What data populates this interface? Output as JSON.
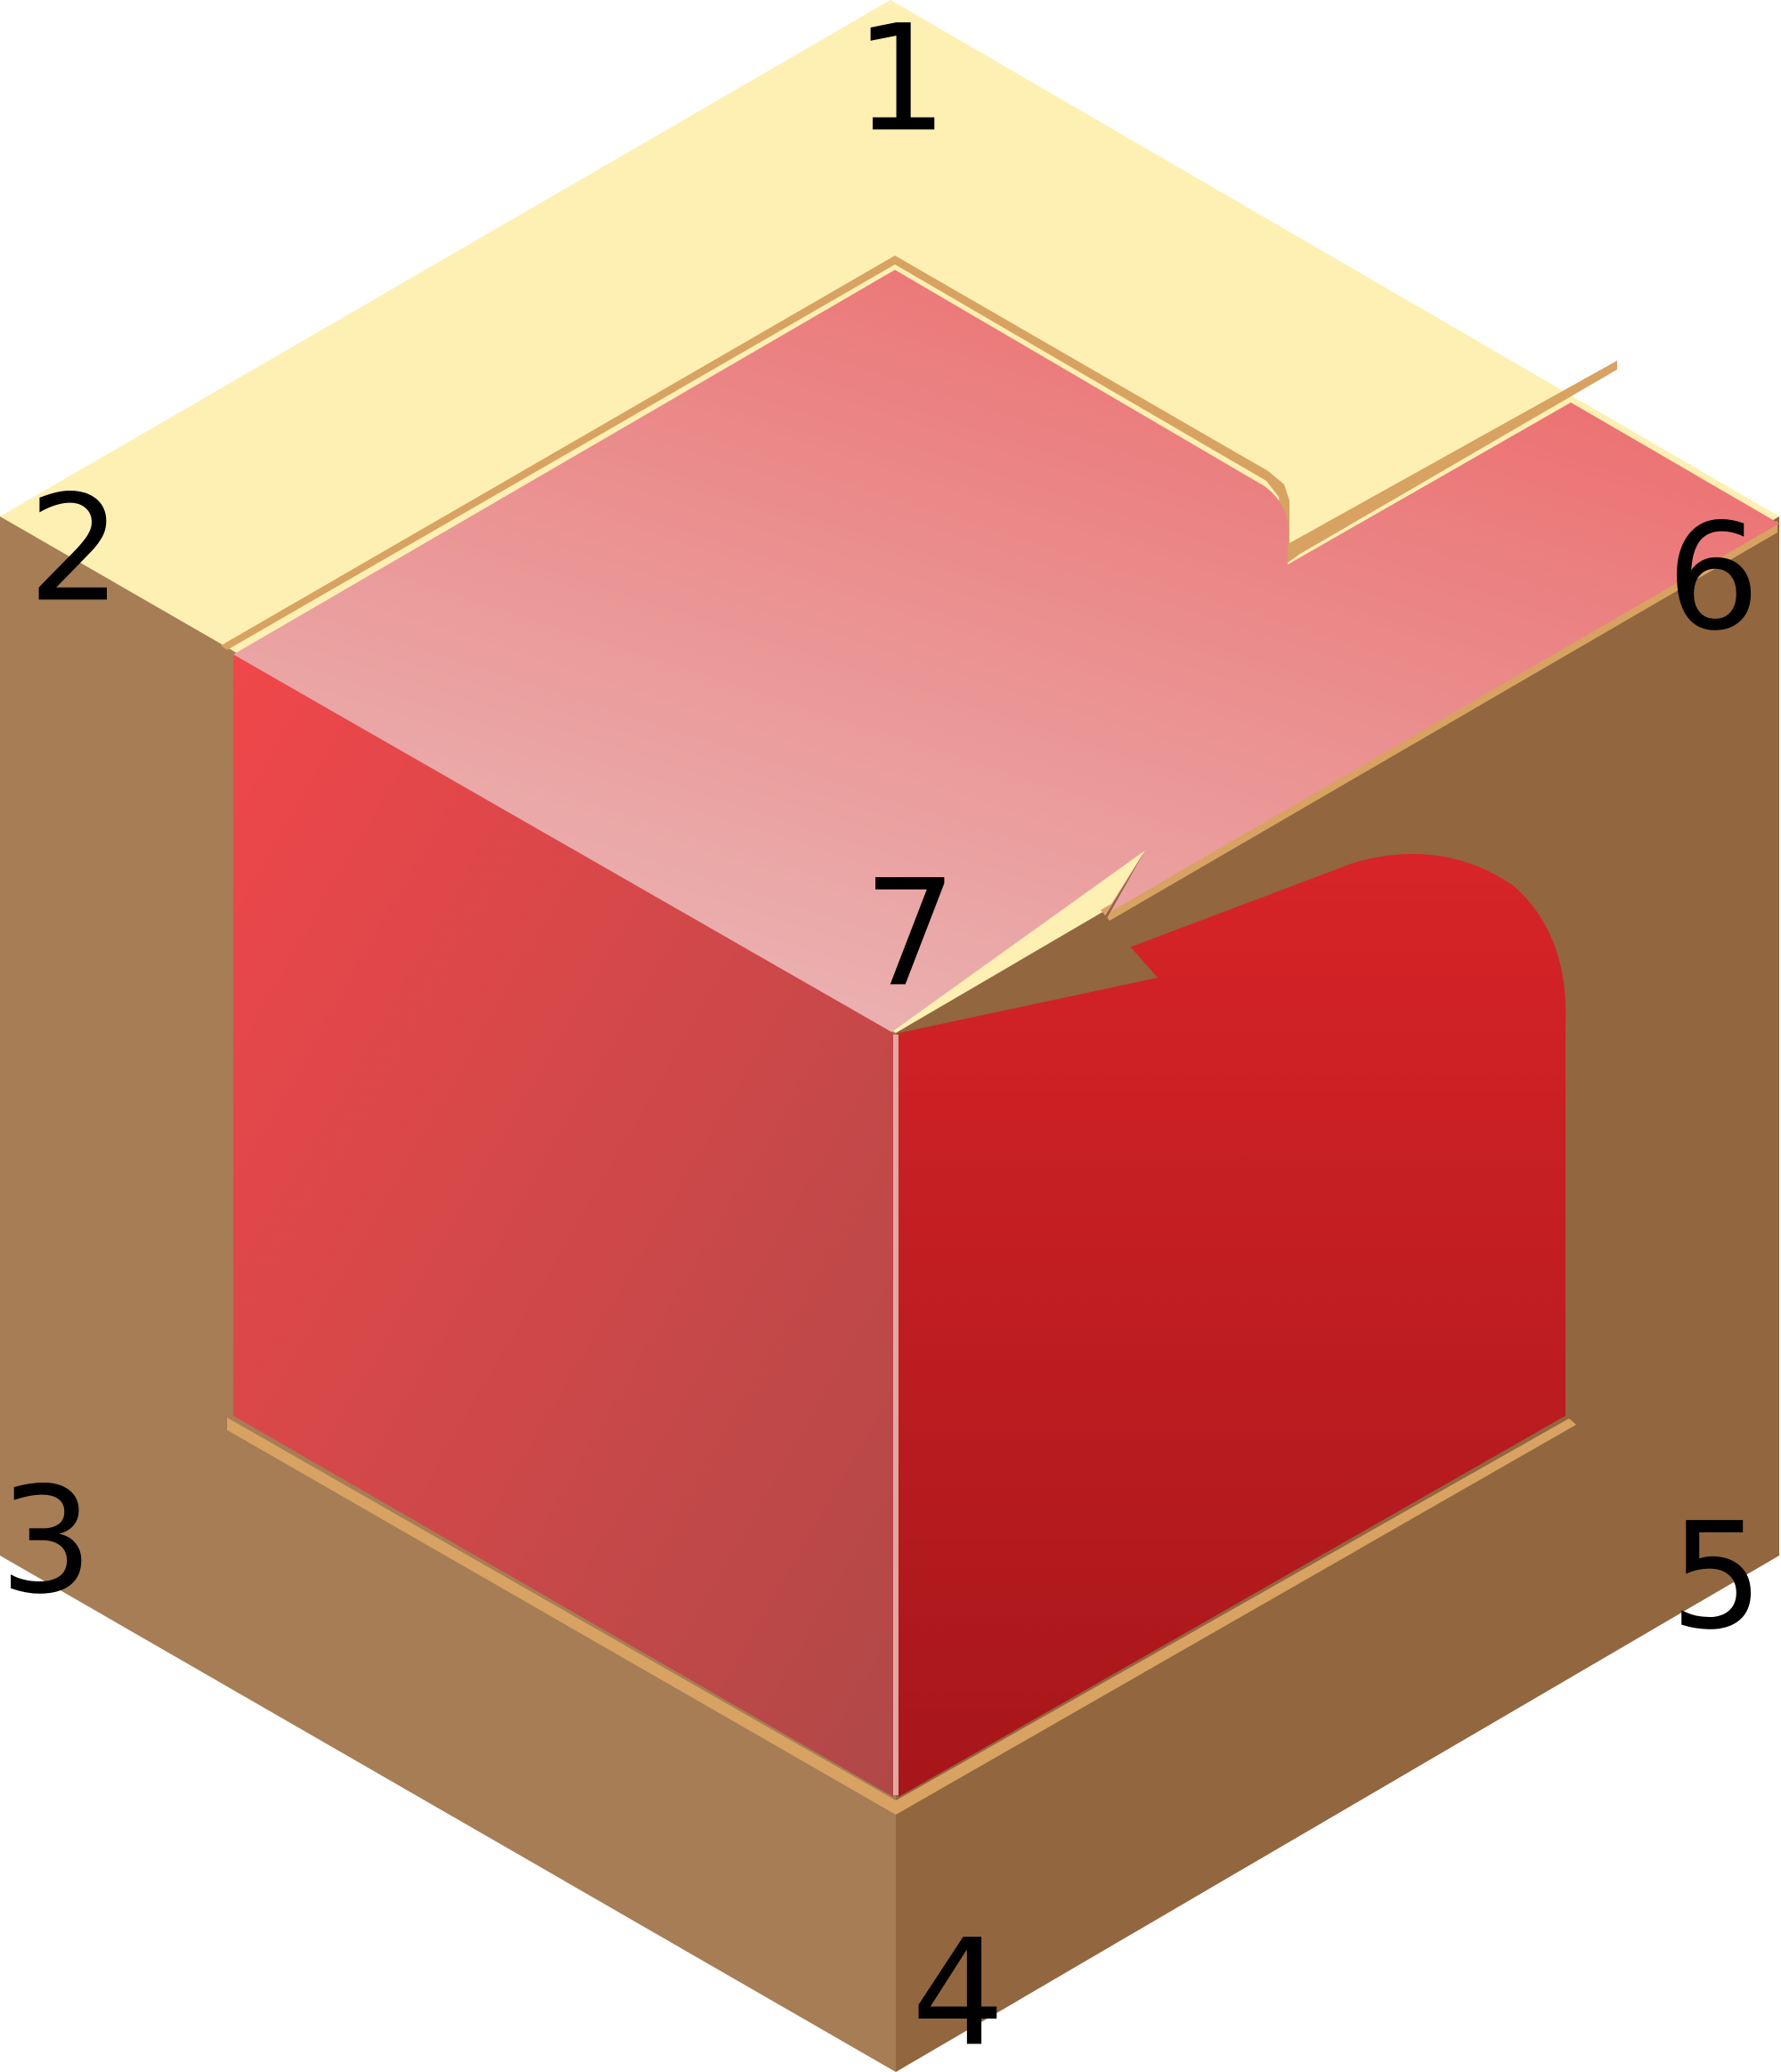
{
  "colors": {
    "top_face": "#fdf0b2",
    "left_face": "#a67d55",
    "right_face": "#92663f",
    "rim": "#d8a262",
    "inner_left_light": "#f0474a",
    "inner_left_dark": "#b04848",
    "inner_right_light": "#d72428",
    "inner_right_dark": "#a6161a",
    "inner_top_light": "#eab3b2",
    "inner_top_dark": "#ec6465"
  },
  "labels": {
    "v1": "1",
    "v2": "2",
    "v3": "3",
    "v4": "4",
    "v5": "5",
    "v6": "6",
    "v7": "7"
  }
}
